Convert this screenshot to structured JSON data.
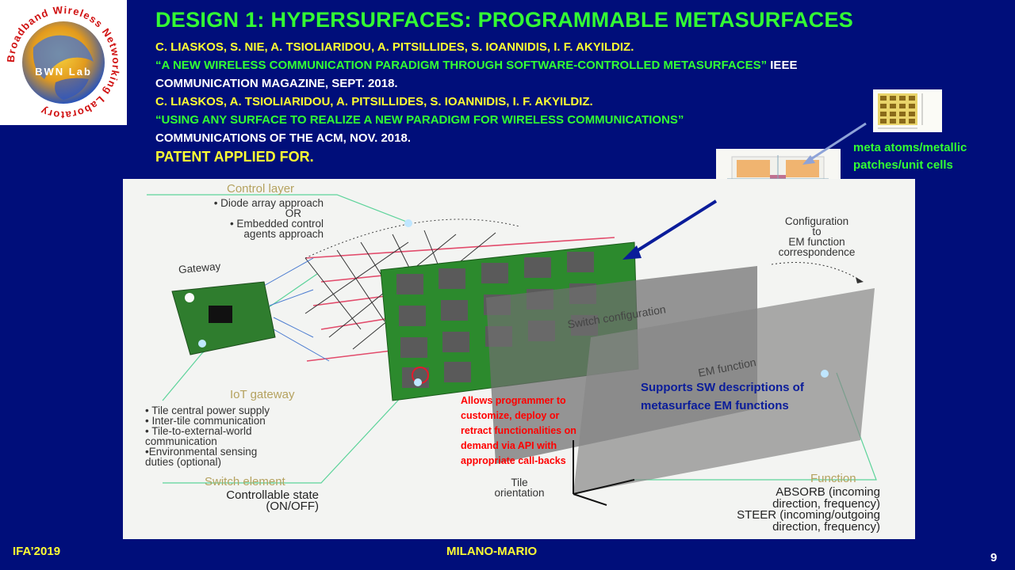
{
  "logo": {
    "ring_text": "Broadband Wireless Networking Laboratory",
    "center_text": "BWN Lab"
  },
  "title": "DESIGN 1: HYPERSURFACES:  PROGRAMMABLE METASURFACES",
  "refs": {
    "r1_authors": "C. LIASKOS, S. NIE, A. TSIOLIARIDOU, A. PITSILLIDES, S. IOANNIDIS, I. F. AKYILDIZ.",
    "r1_title": "“A NEW WIRELESS COMMUNICATION PARADIGM THROUGH SOFTWARE-CONTROLLED METASURFACES”",
    "r1_venue_a": "IEEE",
    "r1_venue_b": "COMMUNICATION MAGAZINE, SEPT. 2018.",
    "r2_authors": "C. LIASKOS, A. TSIOLIARIDOU, A. PITSILLIDES, S. IOANNIDIS, I. F. AKYILDIZ.",
    "r2_title": "“USING ANY SURFACE TO REALIZE A NEW PARADIGM FOR WIRELESS COMMUNICATIONS”",
    "r2_venue": "COMMUNICATIONS OF THE ACM, NOV. 2018."
  },
  "patent": "PATENT APPLIED FOR.",
  "meta_label": [
    "meta atoms/metallic",
    "patches/unit cells"
  ],
  "diagram": {
    "control_layer": "Control layer",
    "control_items": [
      "• Diode array approach",
      "OR",
      "• Embedded control",
      "agents approach"
    ],
    "gateway": "Gateway",
    "iot_gateway": "IoT gateway",
    "iot_items": [
      "• Tile central power supply",
      "• Inter-tile communication",
      "• Tile-to-external-world",
      "communication",
      "•Environmental sensing",
      "duties (optional)"
    ],
    "switch_element": "Switch element",
    "switch_items": [
      "Controllable state",
      "(ON/OFF)"
    ],
    "config": [
      "Configuration",
      "to",
      "EM function",
      "correspondence"
    ],
    "switch_configuration": "Switch configuration",
    "em_function": "EM function",
    "tile_orientation": [
      "Tile",
      "orientation"
    ],
    "function": "Function",
    "function_items": [
      "ABSORB (incoming",
      "direction, frequency)",
      "STEER (incoming/outgoing",
      "direction, frequency)"
    ],
    "red_note": [
      "Allows programmer to",
      "customize, deploy or",
      "retract functionalities on",
      "demand via API with",
      "appropriate call-backs"
    ],
    "blue_note": [
      "Supports SW descriptions of",
      "metasurface EM  functions"
    ]
  },
  "footer": {
    "left": "IFA’2019",
    "center": "MILANO-MARIO",
    "page": "9"
  }
}
